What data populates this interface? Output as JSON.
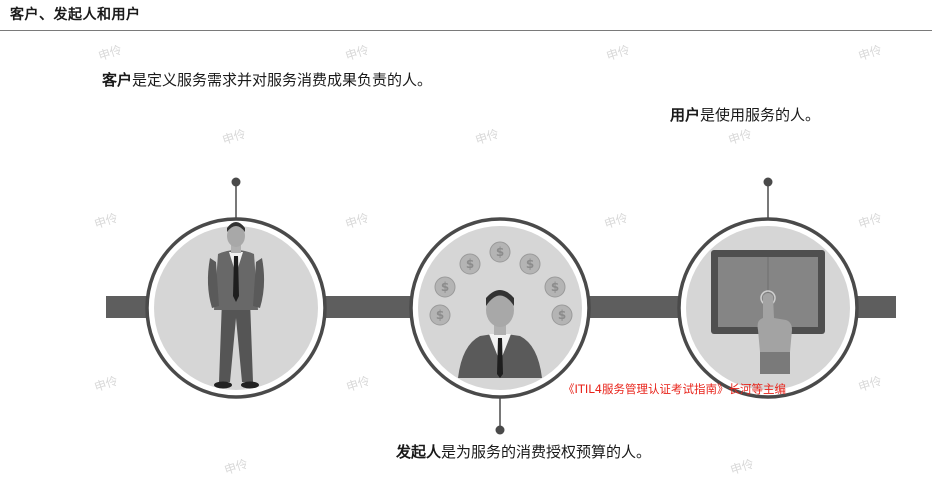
{
  "title": "客户、发起人和用户",
  "customer": {
    "term": "客户",
    "desc": "是定义服务需求并对服务消费成果负责的人。"
  },
  "user": {
    "term": "用户",
    "desc": "是使用服务的人。"
  },
  "sponsor": {
    "term": "发起人",
    "desc": "是为服务的消费授权预算的人。"
  },
  "credit": "《ITIL4服务管理认证考试指南》长河等主编",
  "watermark": "申伶",
  "icons": [
    "businessman-icon",
    "coin-icon",
    "tablet-touch-icon"
  ],
  "colors": {
    "band": "#5e5e5e",
    "ring": "#4a4a4a",
    "disc": "#d6d6d6",
    "credit": "#e8231a",
    "watermark": "#d9d9d9"
  }
}
